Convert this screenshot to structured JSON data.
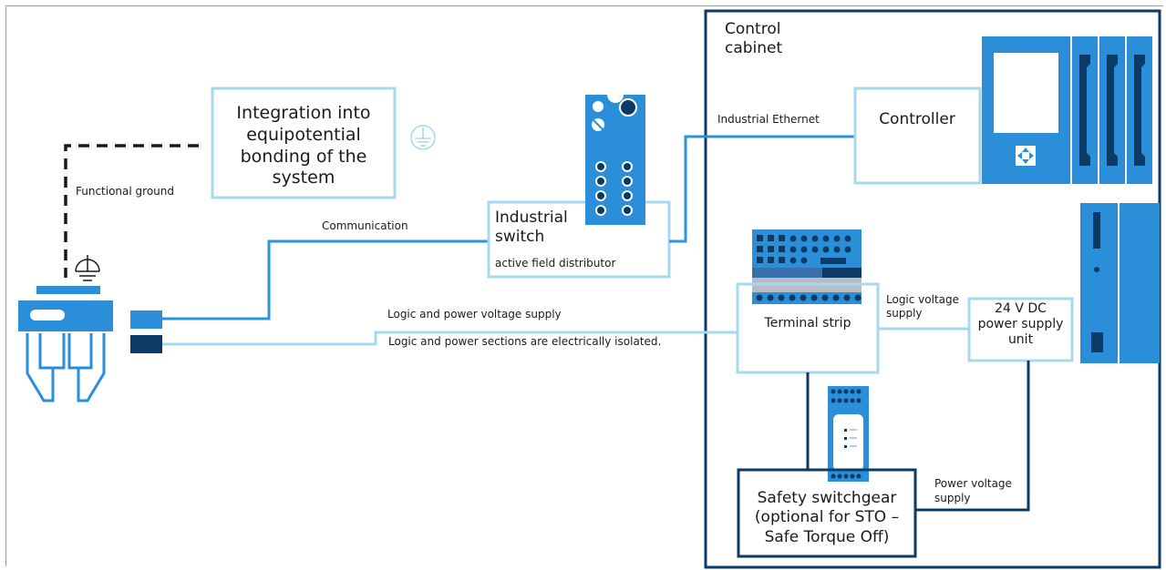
{
  "labels": {
    "control_cabinet": "Control cabinet",
    "integration": "Integration into equipotential bonding of the system",
    "functional_ground": "Functional ground",
    "communication": "Communication",
    "industrial_switch": "Industrial switch",
    "active_field_distributor": "active field distributor",
    "industrial_ethernet": "Industrial Ethernet",
    "controller": "Controller",
    "logic_power_supply": "Logic and power voltage supply",
    "isolated_note": "Logic and power sections are electrically isolated.",
    "terminal_strip": "Terminal strip",
    "logic_voltage_supply": "Logic voltage supply",
    "psu": "24 V DC power supply unit",
    "power_voltage_supply": "Power voltage supply",
    "safety_switchgear": "Safety switchgear (optional for STO – Safe Torque Off)"
  },
  "colors": {
    "cabinet_border": "#0c3a66",
    "device_blue": "#2a8ed8",
    "light_line": "#a8d8ee",
    "cable_blue": "#2a94d6",
    "dark_blue": "#0c3a66",
    "ground_dash": "#1a1a1a"
  },
  "icons": [
    "ground-icon",
    "protective-earth-icon",
    "gripper-icon",
    "plc-icon",
    "drive-icon",
    "field-distributor-icon",
    "terminal-block-icon",
    "safety-relay-icon"
  ]
}
